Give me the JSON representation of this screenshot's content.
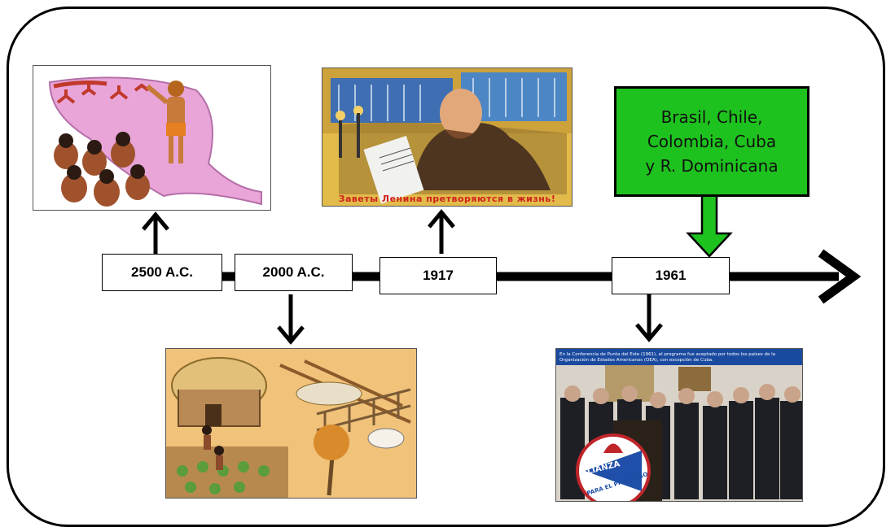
{
  "timeline": {
    "dates": [
      "2500 A.C.",
      "2000 A.C.",
      "1917",
      "1961"
    ]
  },
  "callout": {
    "text": "Brasil, Chile,\nColombia, Cuba\ny R. Dominicana",
    "color": "#1ec21e"
  },
  "images": {
    "cave_painting": {
      "description_icon": "cave-painting-illustration"
    },
    "soviet_poster": {
      "caption": "Заветы Ленина претворяются в жизнь!",
      "caption_color": "#d0211c"
    },
    "village": {
      "description_icon": "farming-village-illustration"
    },
    "alliance_photo": {
      "caption": "En la Conferencia de Punta del Este (1961), el programa fue aceptado por todos los países de la Organización de Estados Americanos (OEA), con excepción de Cuba.",
      "logo_top": "ALIANZA",
      "logo_bottom": "PARA EL PROGRESO"
    }
  }
}
